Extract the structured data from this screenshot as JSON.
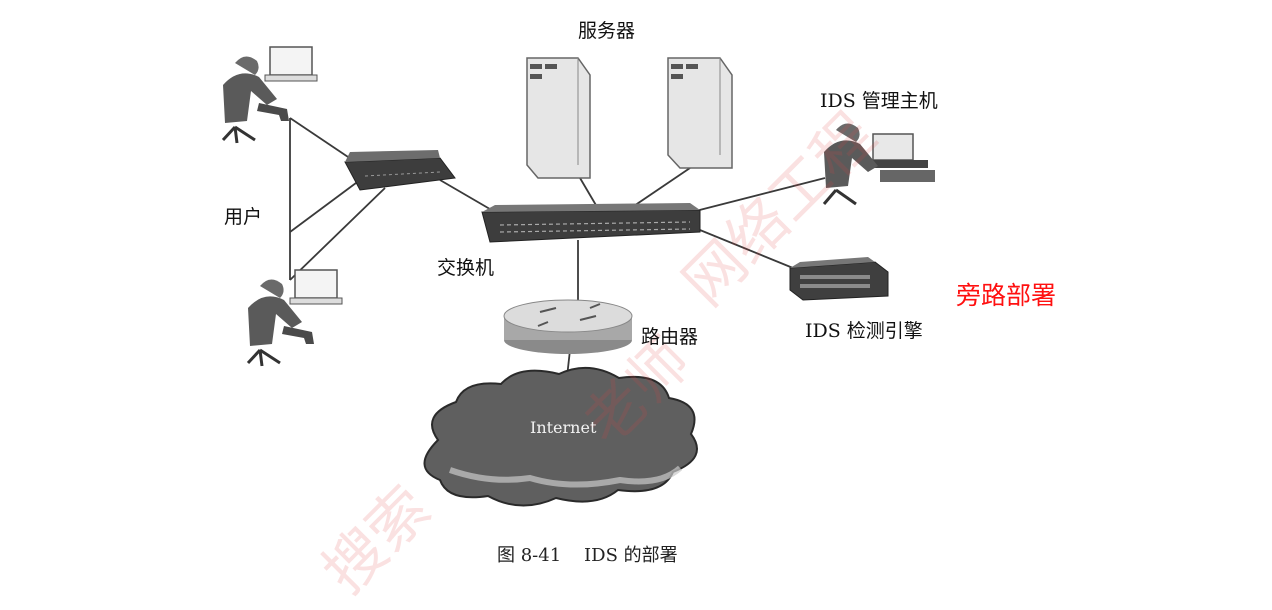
{
  "labels": {
    "servers": "服务器",
    "ids_manager": "IDS 管理主机",
    "users": "用户",
    "switch": "交换机",
    "router": "路由器",
    "ids_sensor": "IDS 检测引擎",
    "internet": "Internet"
  },
  "annotation": {
    "text": "旁路部署",
    "color": "#ff1010"
  },
  "caption": "图 8-41    IDS 的部署",
  "watermarks": [
    "搜索",
    "老师",
    "网络工程"
  ],
  "colors": {
    "line": "#3a3a3a",
    "device_dark": "#3d3d3d",
    "cloud": "#5f5f5f"
  },
  "icons": [
    "user-workstation-icon",
    "hub-icon",
    "switch-icon",
    "server-icon",
    "router-icon",
    "ids-sensor-icon",
    "cloud-icon"
  ]
}
